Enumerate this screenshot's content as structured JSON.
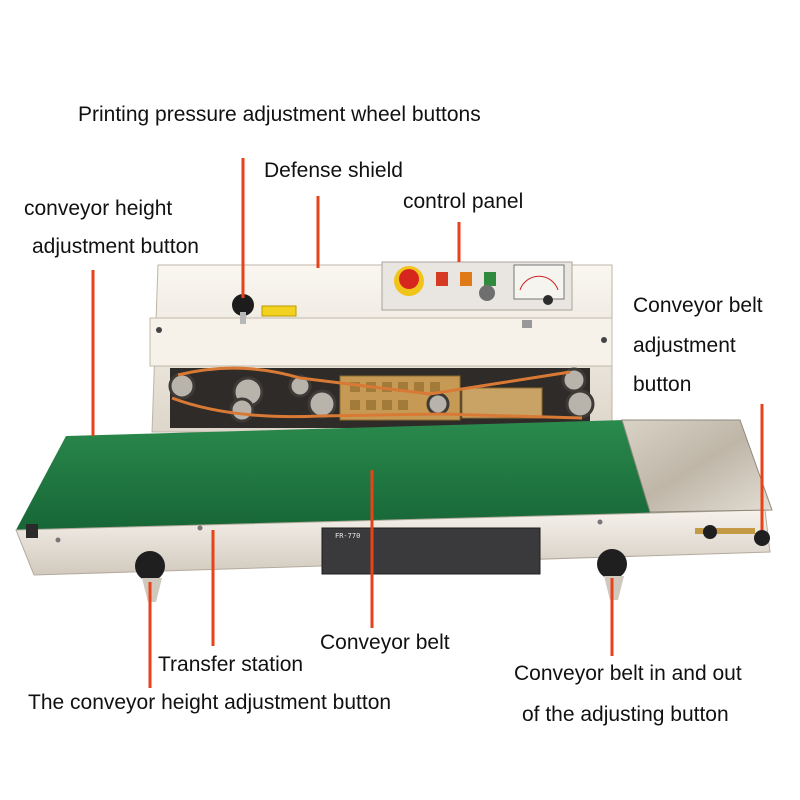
{
  "labels": {
    "printing_pressure": "Printing pressure adjustment wheel buttons",
    "defense_shield": "Defense shield",
    "control_panel": "control panel",
    "conveyor_height_line1": "conveyor height",
    "conveyor_height_line2": "adjustment button",
    "belt_adjust_line1": "Conveyor belt",
    "belt_adjust_line2": "adjustment",
    "belt_adjust_line3": "button",
    "conveyor_belt": "Conveyor belt",
    "transfer_station": "Transfer station",
    "height_adjust_bottom": "The conveyor height adjustment button",
    "in_out_line1": "Conveyor belt in and out",
    "in_out_line2": "of the adjusting button"
  },
  "nameplate": {
    "model": "FR-770"
  },
  "colors": {
    "pointer": "#e8421a",
    "belt": "#1f7a40",
    "body": "#f1ece3",
    "tray": "#cfc8bd"
  }
}
